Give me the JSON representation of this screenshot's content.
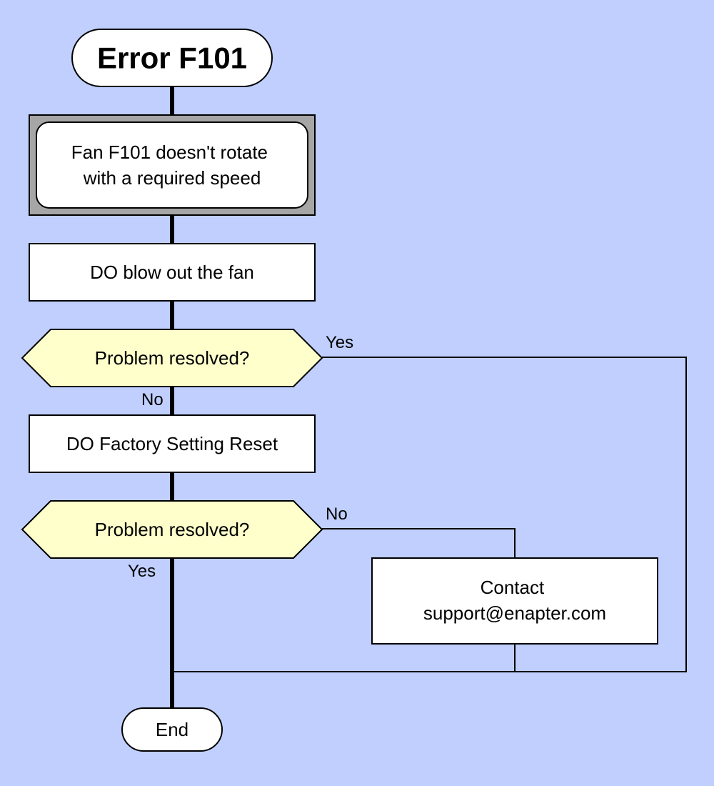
{
  "colors": {
    "background": "#c0cffd",
    "node_fill": "#ffffff",
    "decision_fill": "#ffffcc",
    "frame_fill": "#a6a6a6",
    "stroke": "#000000"
  },
  "flowchart": {
    "start": {
      "label": "Error F101"
    },
    "cause": {
      "lines": [
        "Fan F101 doesn't rotate",
        "with a required speed"
      ]
    },
    "step_blow": {
      "label": "DO blow out the fan"
    },
    "decision_1": {
      "label": "Problem resolved?",
      "yes_label": "Yes",
      "no_label": "No"
    },
    "step_reset": {
      "label": "DO Factory Setting Reset"
    },
    "decision_2": {
      "label": "Problem resolved?",
      "yes_label": "Yes",
      "no_label": "No"
    },
    "contact": {
      "lines": [
        "Contact",
        "support@enapter.com"
      ]
    },
    "end": {
      "label": "End"
    }
  }
}
